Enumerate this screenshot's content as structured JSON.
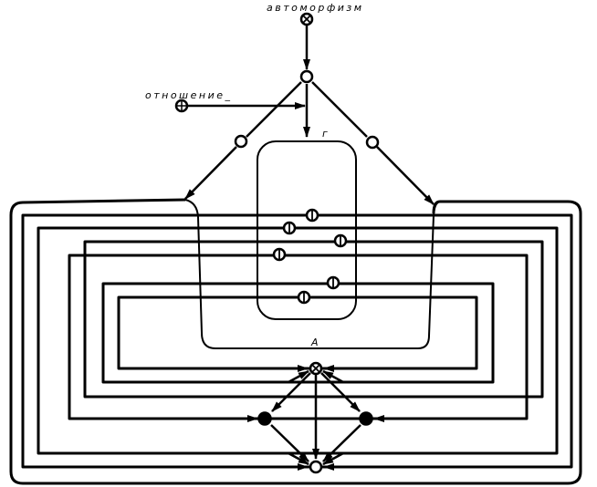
{
  "labels": {
    "top": "автоморфизм",
    "relation": "отношение_",
    "inner_set": "г",
    "outer_set": "А"
  },
  "colors": {
    "ink": "#000000",
    "paper": "#ffffff"
  },
  "node_kinds": {
    "head": "crossed-circle",
    "relation": "crossed-circle-dot",
    "hub": "open-circle",
    "branch": "open-circle",
    "element": "circle-with-bar",
    "bottom_top": "crossed-circle",
    "bottom_bottom": "open-circle",
    "left_filled": "filled-circle",
    "right_filled": "filled-circle"
  }
}
